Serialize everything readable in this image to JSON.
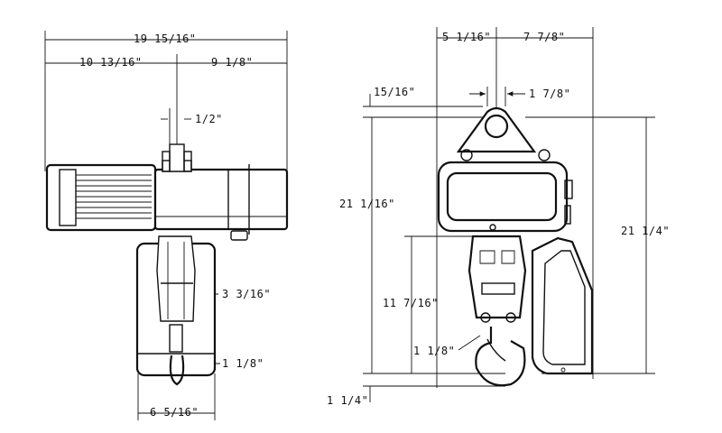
{
  "colors": {
    "line": "#111111",
    "background": "#ffffff"
  },
  "front_view": {
    "overall_width": "19 15/16\"",
    "left_width": "10 13/16\"",
    "right_width": "9 1/8\"",
    "chain_offset": "1/2\"",
    "body_width": "3 3/16\"",
    "hook_dim": "1 1/8\"",
    "bottom_width": "6 5/16\""
  },
  "side_view": {
    "left_offset": "5 1/16\"",
    "right_offset": "7 7/8\"",
    "top_small": "15/16\"",
    "eye_width": "1 7/8\"",
    "height_total_left": "21 1/16\"",
    "height_total_right": "21 1/4\"",
    "hook_height": "11 7/16\"",
    "hook_throat": "1 1/8\"",
    "bottom_extra": "1 1/4\""
  }
}
